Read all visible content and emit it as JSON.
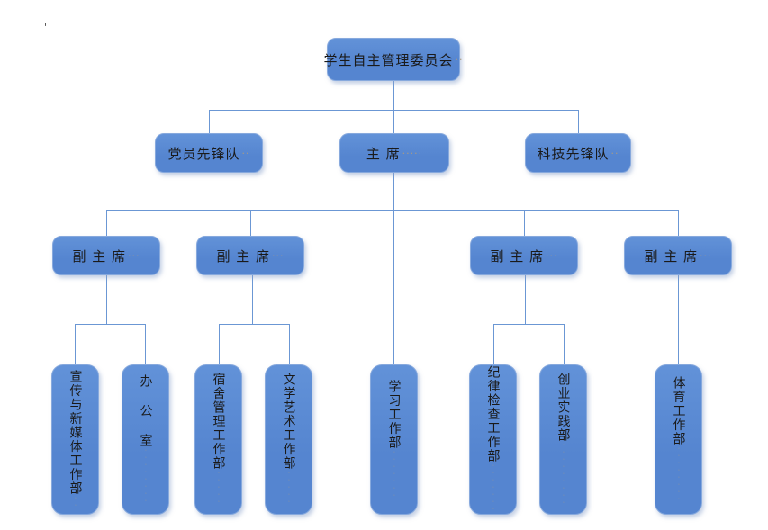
{
  "page": {
    "background_color": "#ffffff",
    "stray_mark": "'"
  },
  "style": {
    "background_color": "#ffffff",
    "node_fill": "#5585d0",
    "node_fill_top": "#6292d8",
    "node_border": "#87a9dd",
    "connector_color": "#6b97d4",
    "text_color": "#1a1a1a",
    "marks_color": "#a79a85",
    "shadow_color": "rgba(137,161,204,0.5)"
  },
  "org_chart": {
    "type": "org-chart",
    "root": {
      "label": "学生自主管理委员会",
      "marks": "··"
    },
    "level2": [
      {
        "label": "党员先锋队",
        "marks": "··"
      },
      {
        "label": "主 席",
        "marks": "·····"
      },
      {
        "label": "科技先锋队",
        "marks": "··"
      }
    ],
    "level3": [
      {
        "label": "副 主 席",
        "marks": "···"
      },
      {
        "label": "副 主 席",
        "marks": "···"
      },
      {
        "label": "副 主 席",
        "marks": "···"
      },
      {
        "label": "副 主 席",
        "marks": "···"
      }
    ],
    "level4": [
      {
        "label": "宣传与新媒体工作部",
        "marks": "··"
      },
      {
        "label": "办 公 室",
        "marks": "········"
      },
      {
        "label": "宿舍管理工作部",
        "marks": "·····"
      },
      {
        "label": "文学艺术工作部",
        "marks": "·····"
      },
      {
        "label": "学习工作部",
        "marks": "·······"
      },
      {
        "label": "纪律检查工作部",
        "marks": "·······"
      },
      {
        "label": "创业实践部",
        "marks": "·········"
      },
      {
        "label": "体育工作部",
        "marks": "········"
      }
    ],
    "hierarchy": {
      "学生自主管理委员会": [
        "党员先锋队",
        "主 席",
        "科技先锋队"
      ],
      "主 席": [
        "副 主 席 1",
        "副 主 席 2",
        "学习工作部",
        "副 主 席 3",
        "副 主 席 4"
      ],
      "副 主 席 1": [
        "宣传与新媒体工作部",
        "办 公 室"
      ],
      "副 主 席 2": [
        "宿舍管理工作部",
        "文学艺术工作部"
      ],
      "副 主 席 3": [
        "纪律检查工作部",
        "创业实践部"
      ],
      "副 主 席 4": [
        "体育工作部"
      ]
    }
  }
}
